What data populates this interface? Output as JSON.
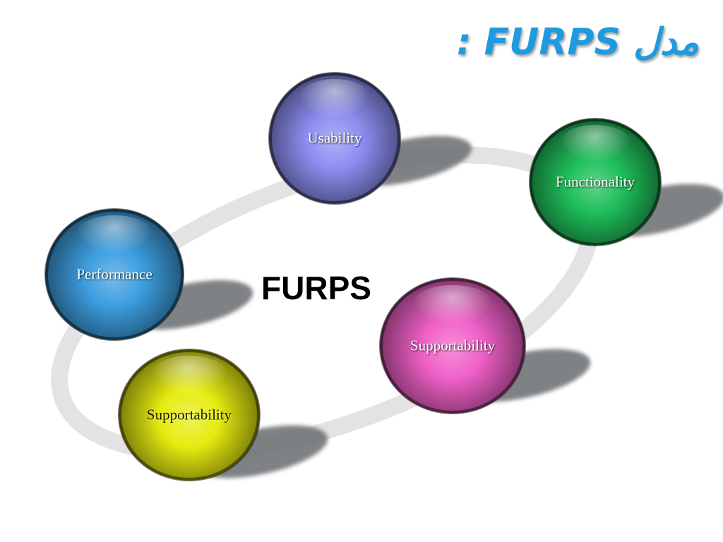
{
  "title": "مدل FURPS :",
  "center": "FURPS",
  "nodes": [
    {
      "label": "Usability",
      "color": "#8c8ef0"
    },
    {
      "label": "Functionality",
      "color": "#1fbf5a"
    },
    {
      "label": "Performance",
      "color": "#3d9ee0"
    },
    {
      "label": "Supportability",
      "color": "#f060c8"
    },
    {
      "label": "Supportability",
      "color": "#e6ec10"
    }
  ]
}
